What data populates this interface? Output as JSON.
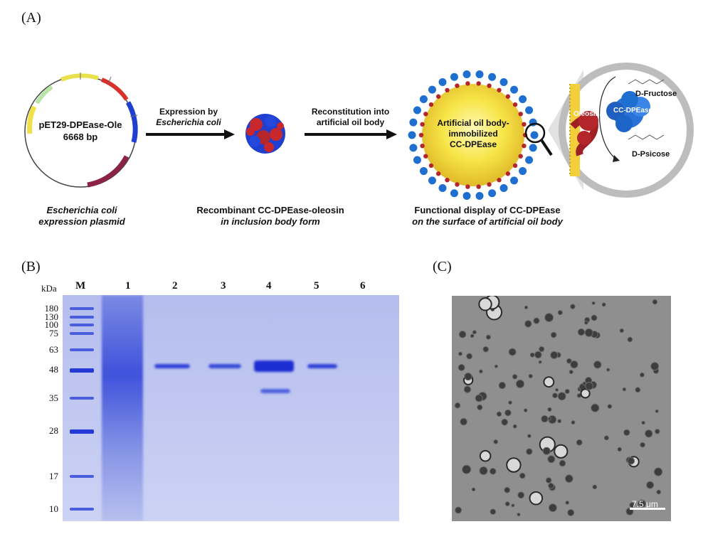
{
  "panel_a": {
    "label": "(A)",
    "plasmid": {
      "name": "pET29-DPEase-Ole",
      "size": "6668 bp",
      "caption_line1": "Escherichia coli",
      "caption_line2": "expression plasmid"
    },
    "arrow1": {
      "line1": "Expression by",
      "line2": "Escherichia coli"
    },
    "inclusion_caption": {
      "line1": "Recombinant CC-DPEase-oleosin",
      "line2": "in inclusion body form"
    },
    "arrow2": {
      "line1": "Reconstitution into",
      "line2": "artificial oil body"
    },
    "oil_body": {
      "line1": "Artificial oil body-",
      "line2": "immobilized",
      "line3": "CC-DPEase"
    },
    "zoom": {
      "oleosin": "Oleosin",
      "enzyme": "CC-DPEase",
      "substrate": "D-Fructose",
      "product": "D-Psicose"
    },
    "display_caption": {
      "line1": "Functional display of CC-DPEase",
      "line2": "on the surface of artificial oil body"
    }
  },
  "panel_b": {
    "label": "(B)",
    "unit": "kDa",
    "lanes": [
      "M",
      "1",
      "2",
      "3",
      "4",
      "5",
      "6"
    ],
    "markers": [
      "180",
      "130",
      "100",
      "75",
      "63",
      "48",
      "35",
      "28",
      "17",
      "10"
    ]
  },
  "panel_c": {
    "label": "(C)",
    "scale_bar": "7.5 μm"
  },
  "colors": {
    "gel_bg": "#b9c2ee",
    "gel_band": "#2a3bd8",
    "oil_body_core": "#f7e547",
    "enzyme_blue": "#1f6fd0",
    "oleosin_red": "#b3262c"
  }
}
